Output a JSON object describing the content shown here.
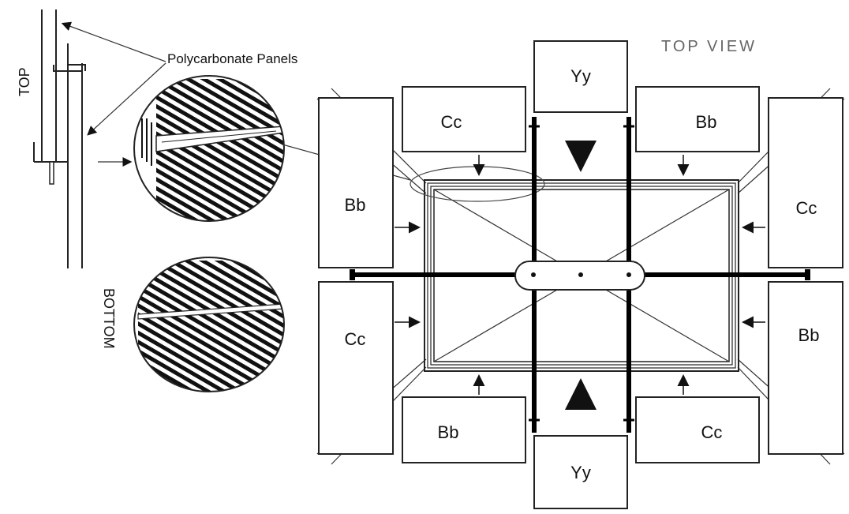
{
  "diagram": {
    "title": "TOP VIEW",
    "callout": "Polycarbonate Panels",
    "side_top": "TOP",
    "side_bottom": "BOTTOM",
    "labels": {
      "yy_top": "Yy",
      "yy_bottom": "Yy",
      "cc_top_left": "Cc",
      "bb_top_right": "Bb",
      "bb_left_upper": "Bb",
      "cc_right_upper": "Cc",
      "cc_left_lower": "Cc",
      "bb_right_lower": "Bb",
      "bb_bottom_left": "Bb",
      "cc_bottom_right": "Cc"
    }
  }
}
